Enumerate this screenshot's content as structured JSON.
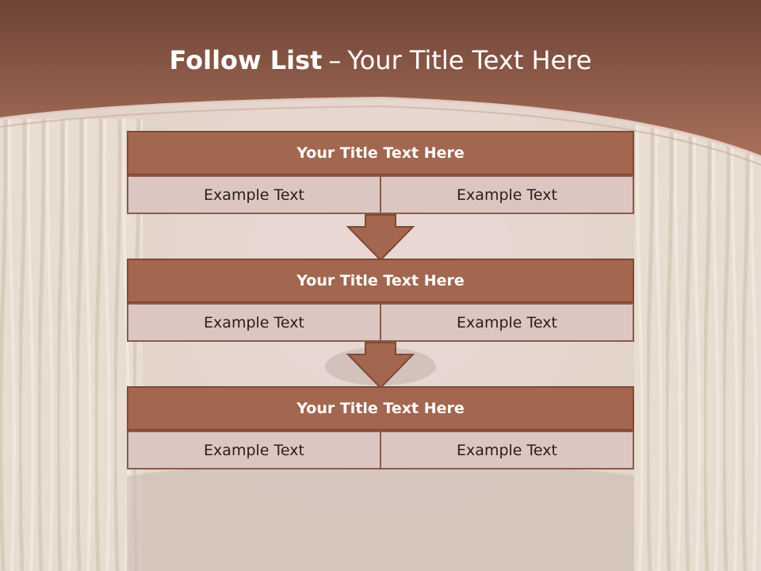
{
  "title": {
    "bold": "Follow List",
    "dash": "–",
    "rest": "Your Title Text Here"
  },
  "colors": {
    "header_bar": "#7a4a3a",
    "block_header": "#a3664f",
    "block_cell": "#dcc6c1",
    "arrow": "#a3664f"
  },
  "blocks": [
    {
      "header": "Your Title Text Here",
      "cells": [
        "Example Text",
        "Example Text"
      ]
    },
    {
      "header": "Your Title Text Here",
      "cells": [
        "Example Text",
        "Example Text"
      ]
    },
    {
      "header": "Your Title Text Here",
      "cells": [
        "Example Text",
        "Example Text"
      ]
    }
  ]
}
